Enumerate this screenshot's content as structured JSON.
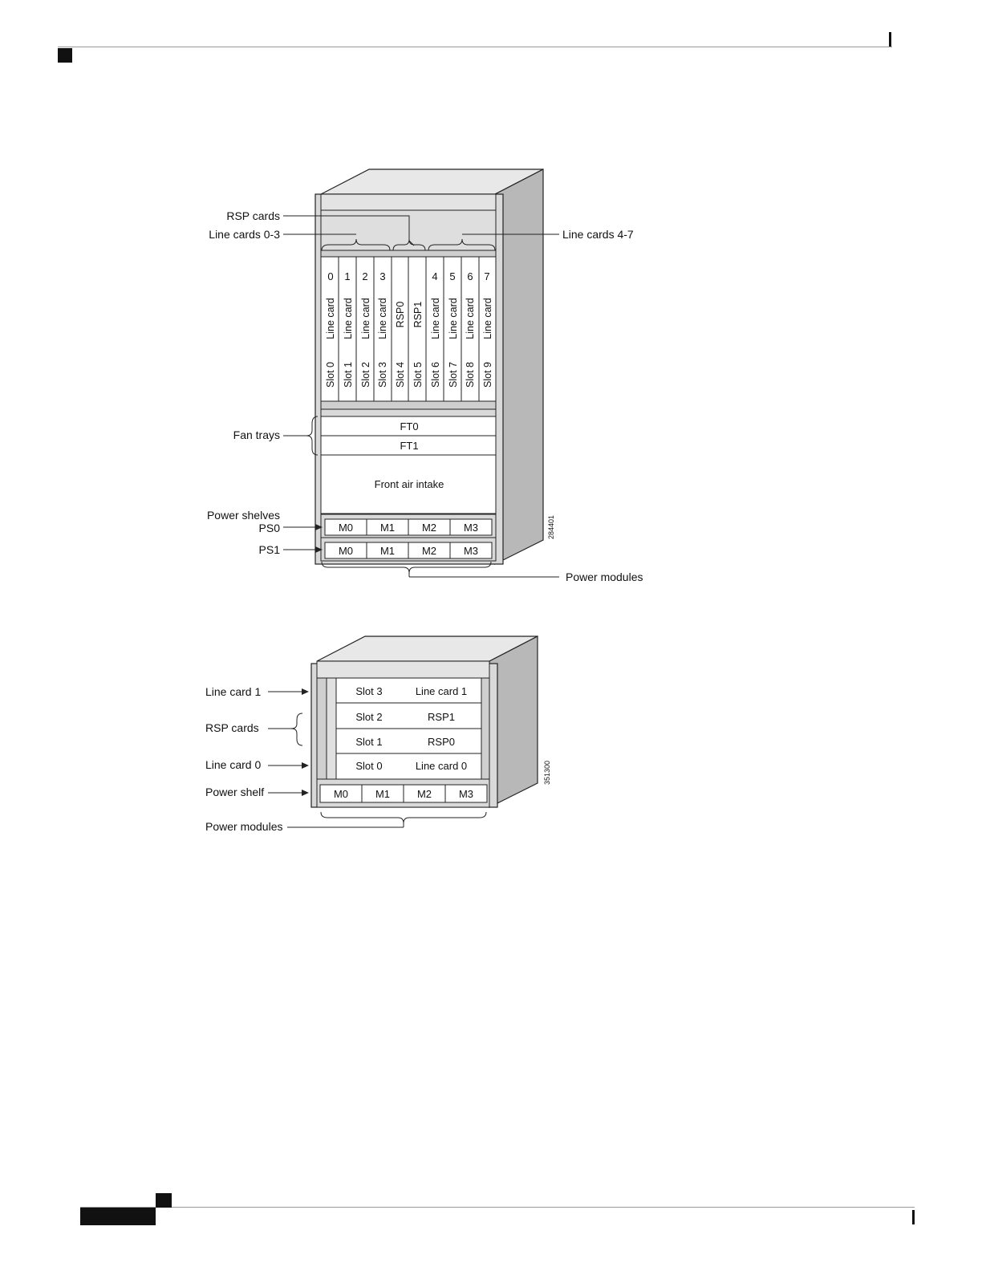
{
  "diagram1": {
    "callouts": {
      "rsp_cards": "RSP cards",
      "line_cards_0_3": "Line cards 0-3",
      "line_cards_4_7": "Line cards 4-7",
      "fan_trays": "Fan trays",
      "power_shelves": "Power shelves",
      "ps0": "PS0",
      "ps1": "PS1",
      "power_modules": "Power modules"
    },
    "slot_numbers": [
      "0",
      "1",
      "2",
      "3",
      "",
      "",
      "4",
      "5",
      "6",
      "7"
    ],
    "slot_cards": [
      "Line card",
      "Line card",
      "Line card",
      "Line card",
      "RSP0",
      "RSP1",
      "Line card",
      "Line card",
      "Line card",
      "Line card"
    ],
    "slot_labels": [
      "Slot 0",
      "Slot 1",
      "Slot 2",
      "Slot 3",
      "Slot 4",
      "Slot 5",
      "Slot 6",
      "Slot 7",
      "Slot 8",
      "Slot 9"
    ],
    "fan_trays": [
      "FT0",
      "FT1"
    ],
    "air_intake": "Front air intake",
    "shelf0_modules": [
      "M0",
      "M1",
      "M2",
      "M3"
    ],
    "shelf1_modules": [
      "M0",
      "M1",
      "M2",
      "M3"
    ],
    "figure_id": "284401"
  },
  "diagram2": {
    "callouts": {
      "line_card_1": "Line card 1",
      "rsp_cards": "RSP cards",
      "line_card_0": "Line card 0",
      "power_shelf": "Power shelf",
      "power_modules": "Power modules"
    },
    "rows": [
      {
        "slot": "Slot 3",
        "card": "Line card 1"
      },
      {
        "slot": "Slot 2",
        "card": "RSP1"
      },
      {
        "slot": "Slot 1",
        "card": "RSP0"
      },
      {
        "slot": "Slot 0",
        "card": "Line card 0"
      }
    ],
    "modules": [
      "M0",
      "M1",
      "M2",
      "M3"
    ],
    "figure_id": "351300"
  }
}
